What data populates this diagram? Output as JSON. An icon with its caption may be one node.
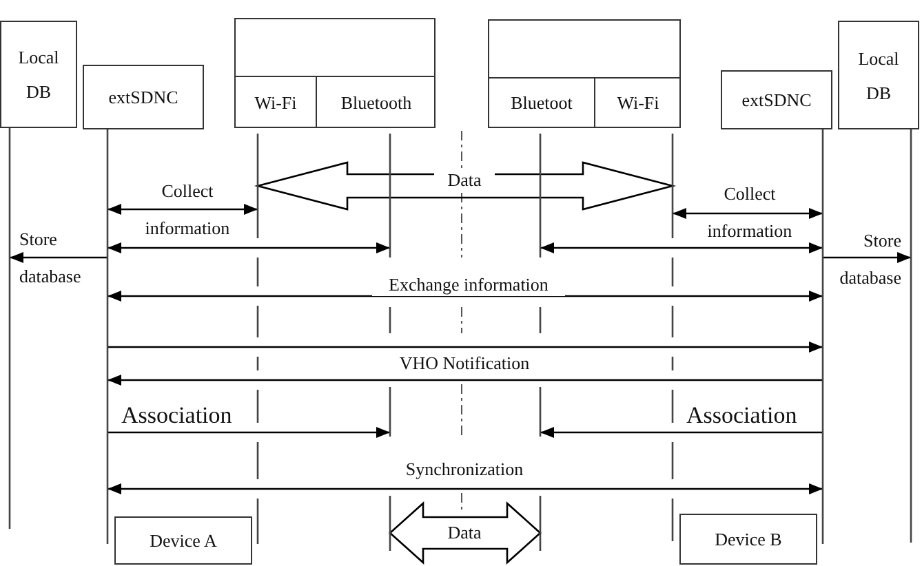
{
  "diagram": {
    "nodes": [
      {
        "text": [
          "Local DB"
        ]
      },
      {
        "text": [
          "extSDNC"
        ]
      },
      {
        "text": [],
        "shape": "box"
      },
      {
        "text": [
          "Wi-Fi"
        ],
        "in": 2
      },
      {
        "text": [
          "Bluetooth"
        ],
        "in": 2
      },
      {
        "text": [],
        "shape": "box"
      },
      {
        "text": [
          "Bluetoot"
        ],
        "in": 5
      },
      {
        "text": [
          "Wi-Fi"
        ],
        "in": 5
      },
      {
        "text": [
          "extSDNC"
        ]
      },
      {
        "text": [
          "Local DB"
        ]
      },
      {
        "text": [
          "Device A"
        ]
      },
      {
        "text": [
          "Device B"
        ]
      }
    ],
    "edges": [
      {
        "from": 3,
        "to": 7,
        "arrow": "both",
        "label": "Data",
        "style": "thick"
      },
      {
        "from": 1,
        "to": 3,
        "arrow": "both",
        "label": "Collect information"
      },
      {
        "from": 7,
        "to": 8,
        "arrow": "both",
        "label": "Collect information"
      },
      {
        "from": 1,
        "to": 4,
        "arrow": "both"
      },
      {
        "from": 6,
        "to": 8,
        "arrow": "both"
      },
      {
        "from": 1,
        "to": 0,
        "arrow": "to",
        "label": "Store database"
      },
      {
        "from": 8,
        "to": 9,
        "arrow": "to",
        "label": "Store database"
      },
      {
        "from": 1,
        "to": 8,
        "arrow": "both",
        "label": "Exchange information"
      },
      {
        "from": 1,
        "to": 8,
        "arrow": "to",
        "label": "VHO Notification"
      },
      {
        "from": 8,
        "to": 1,
        "arrow": "to"
      },
      {
        "from": 1,
        "to": 4,
        "arrow": "to",
        "label": "Association"
      },
      {
        "from": 8,
        "to": 6,
        "arrow": "to",
        "label": "Association"
      },
      {
        "from": 1,
        "to": 8,
        "arrow": "both",
        "label": "Synchronization"
      },
      {
        "from": 4,
        "to": 6,
        "arrow": "both",
        "label": "Data",
        "style": "thick"
      }
    ]
  }
}
